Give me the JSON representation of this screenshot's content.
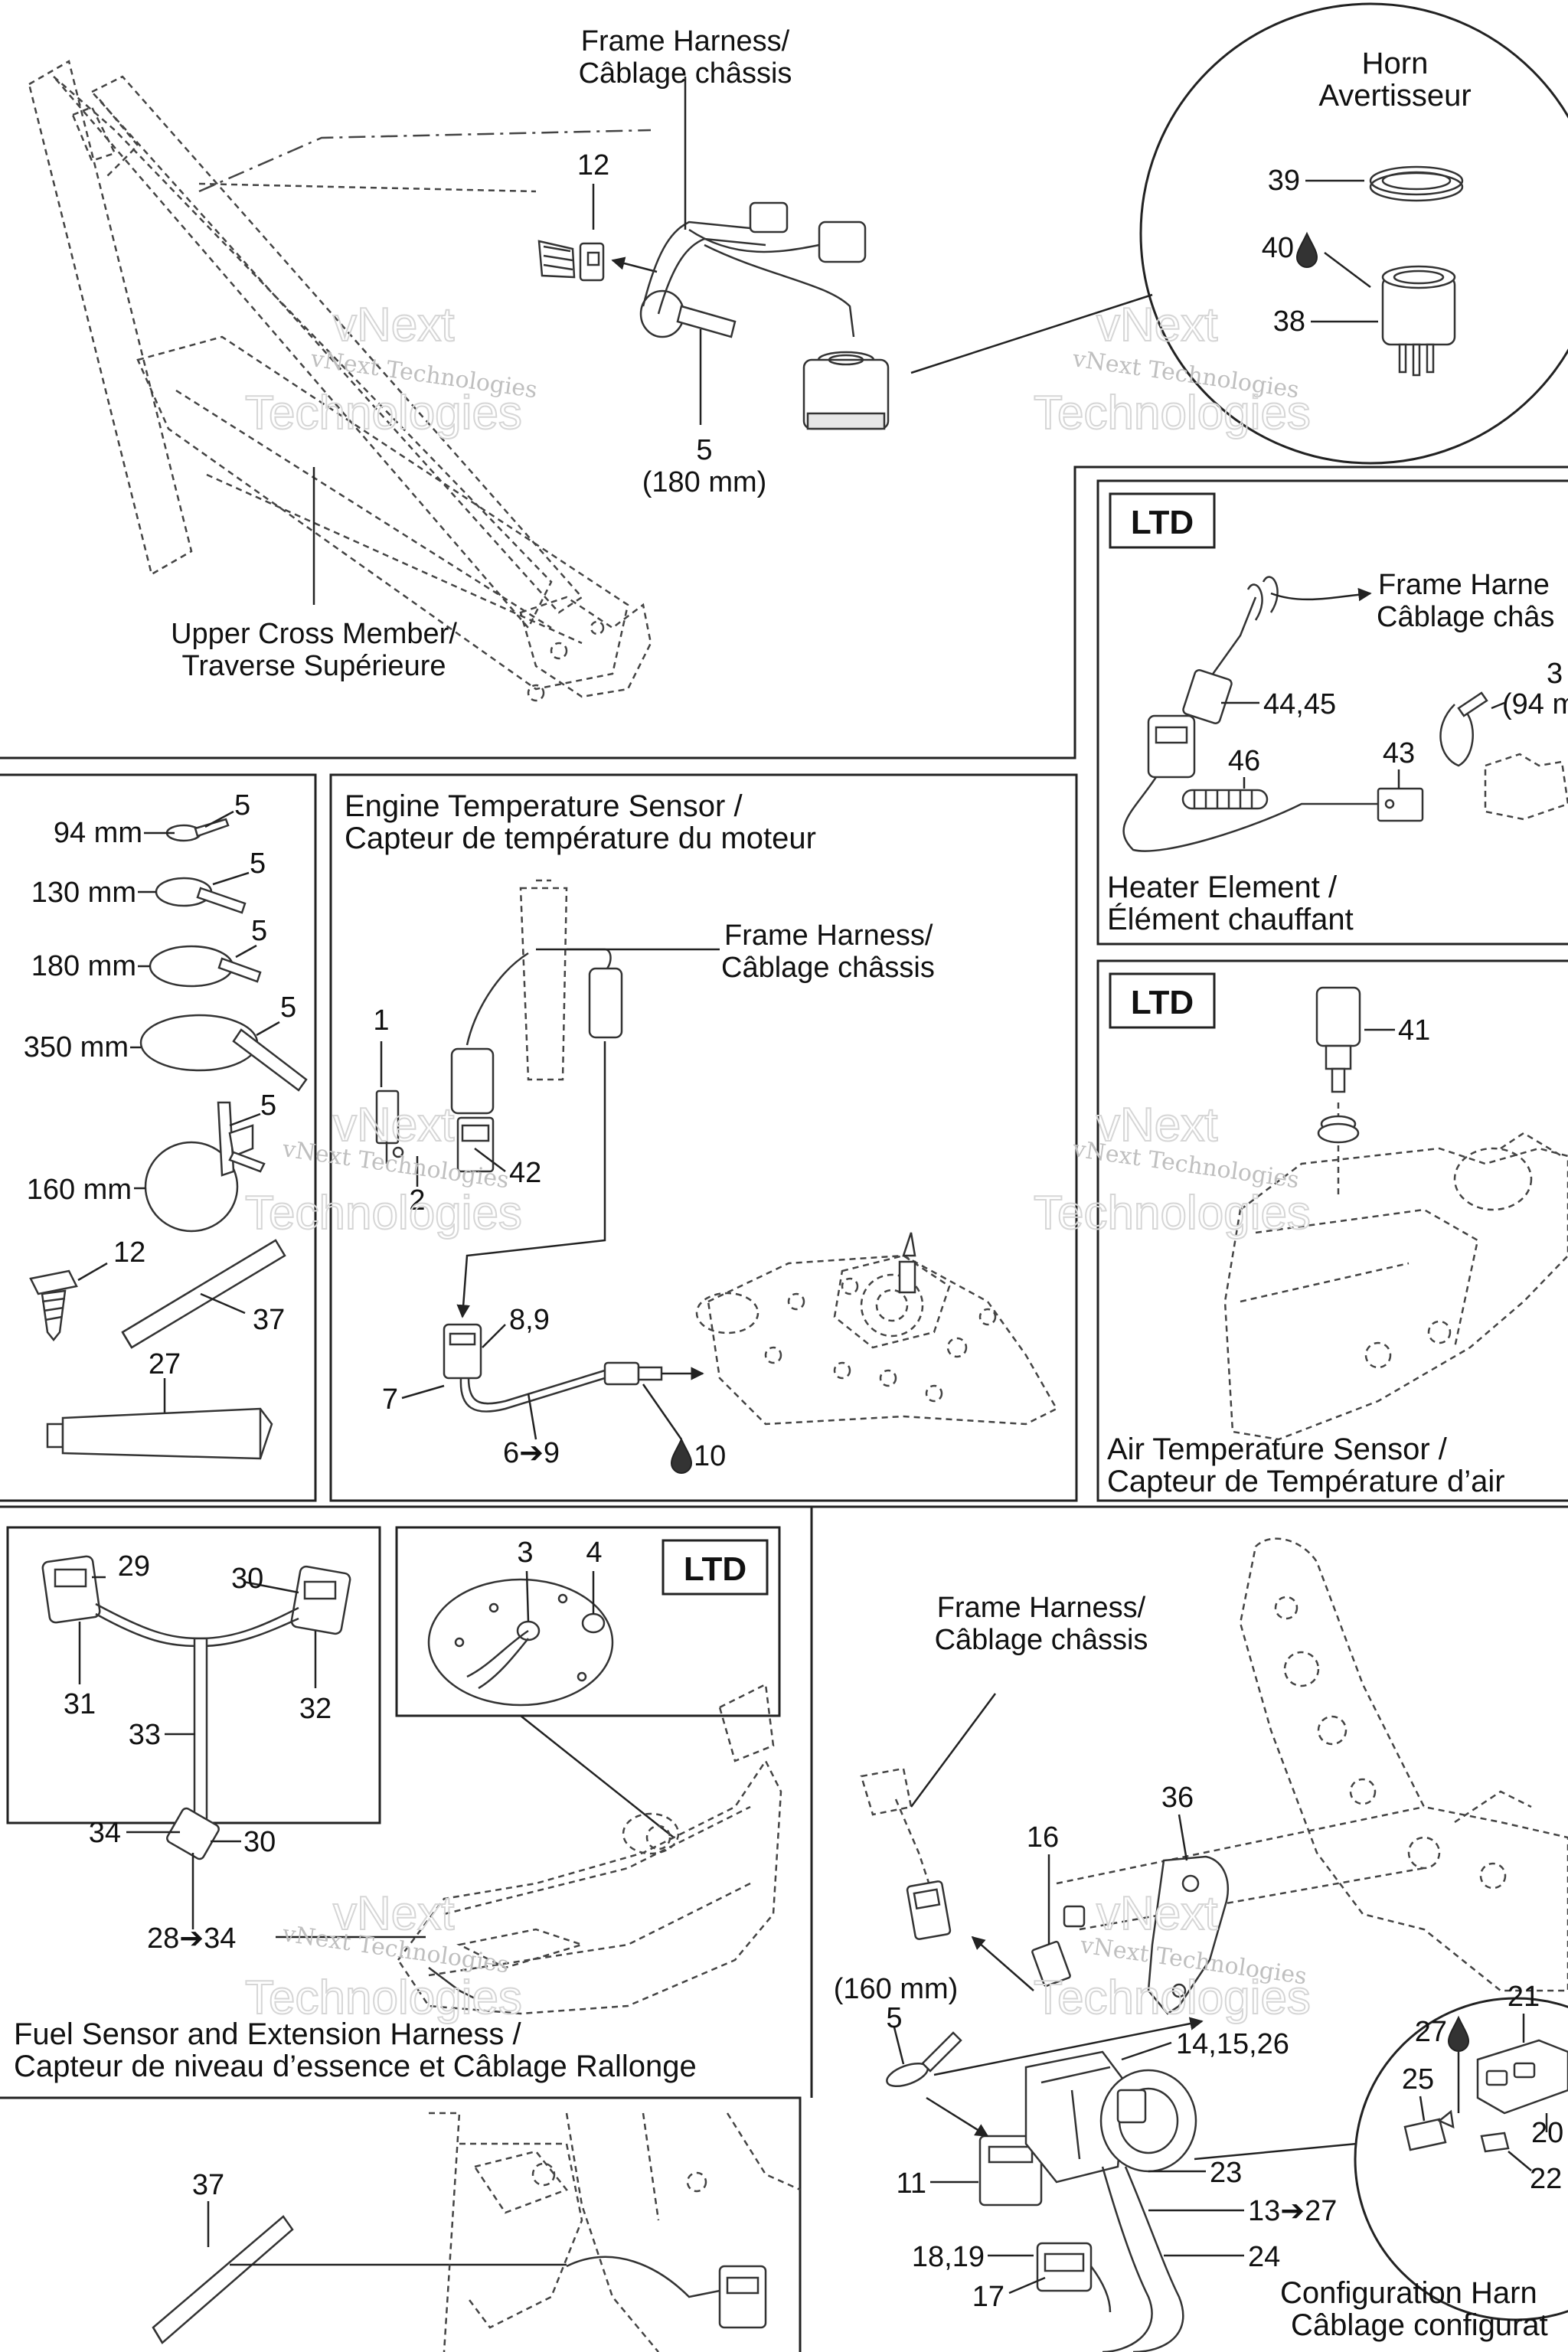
{
  "watermark": {
    "line1": "vNext",
    "line2": "vNext Technologies",
    "line3": "Technologies"
  },
  "frame_section": {
    "frame_harness": [
      "Frame Harness/",
      "Câblage châssis"
    ],
    "upper_cross_member": [
      "Upper Cross Member/",
      "Traverse Supérieure"
    ],
    "part_12": "12",
    "part_5": "5",
    "part_5_size": "(180 mm)"
  },
  "horn_section": {
    "title": [
      "Horn",
      "Avertisseur"
    ],
    "part_39": "39",
    "part_40": "40",
    "part_38": "38"
  },
  "heater_section": {
    "badge": "LTD",
    "frame_harness": [
      "Frame Harne",
      "Câblage châs"
    ],
    "part_44_45": "44,45",
    "part_3x": "3",
    "part_3x_size": "(94 m",
    "part_46": "46",
    "part_43": "43",
    "title": [
      "Heater Element /",
      "Élément chauffant"
    ]
  },
  "ties_section": {
    "items": [
      {
        "size": "94 mm",
        "part": "5"
      },
      {
        "size": "130 mm",
        "part": "5"
      },
      {
        "size": "180 mm",
        "part": "5"
      },
      {
        "size": "350 mm",
        "part": "5"
      },
      {
        "size": "160 mm",
        "part": "5"
      }
    ],
    "part_12": "12",
    "part_37": "37",
    "part_27": "27"
  },
  "engine_temp_section": {
    "title": [
      "Engine Temperature Sensor /",
      "Capteur de température du moteur"
    ],
    "frame_harness": [
      "Frame Harness/",
      "Câblage châssis"
    ],
    "part_1": "1",
    "part_2": "2",
    "part_42": "42",
    "part_8_9": "8,9",
    "part_7": "7",
    "part_6_9": "6➔9",
    "part_10": "10"
  },
  "air_temp_section": {
    "badge": "LTD",
    "part_41": "41",
    "title": [
      "Air Temperature Sensor /",
      "Capteur de Température d’air"
    ]
  },
  "fuel_section": {
    "part_29": "29",
    "part_30a": "30",
    "part_31": "31",
    "part_32": "32",
    "part_33": "33",
    "part_34": "34",
    "part_30b": "30",
    "part_3": "3",
    "part_4": "4",
    "badge": "LTD",
    "part_28_34": "28➔34",
    "title": [
      "Fuel Sensor and Extension Harness /",
      "Capteur de niveau d’essence et Câblage Rallonge"
    ]
  },
  "config_section": {
    "frame_harness": [
      "Frame Harness/",
      "Câblage châssis"
    ],
    "part_36": "36",
    "part_16": "16",
    "part_5_size": "(160 mm)",
    "part_5": "5",
    "part_14_15_26": "14,15,26",
    "part_11": "11",
    "part_23": "23",
    "part_13_27": "13➔27",
    "part_18_19": "18,19",
    "part_24": "24",
    "part_17": "17",
    "part_27": "27",
    "part_21": "21",
    "part_25": "25",
    "part_20": "20",
    "part_22": "22",
    "title": [
      "Configuration Harn",
      "Câblage configurat"
    ]
  },
  "bottom_left_section": {
    "part_37": "37"
  }
}
